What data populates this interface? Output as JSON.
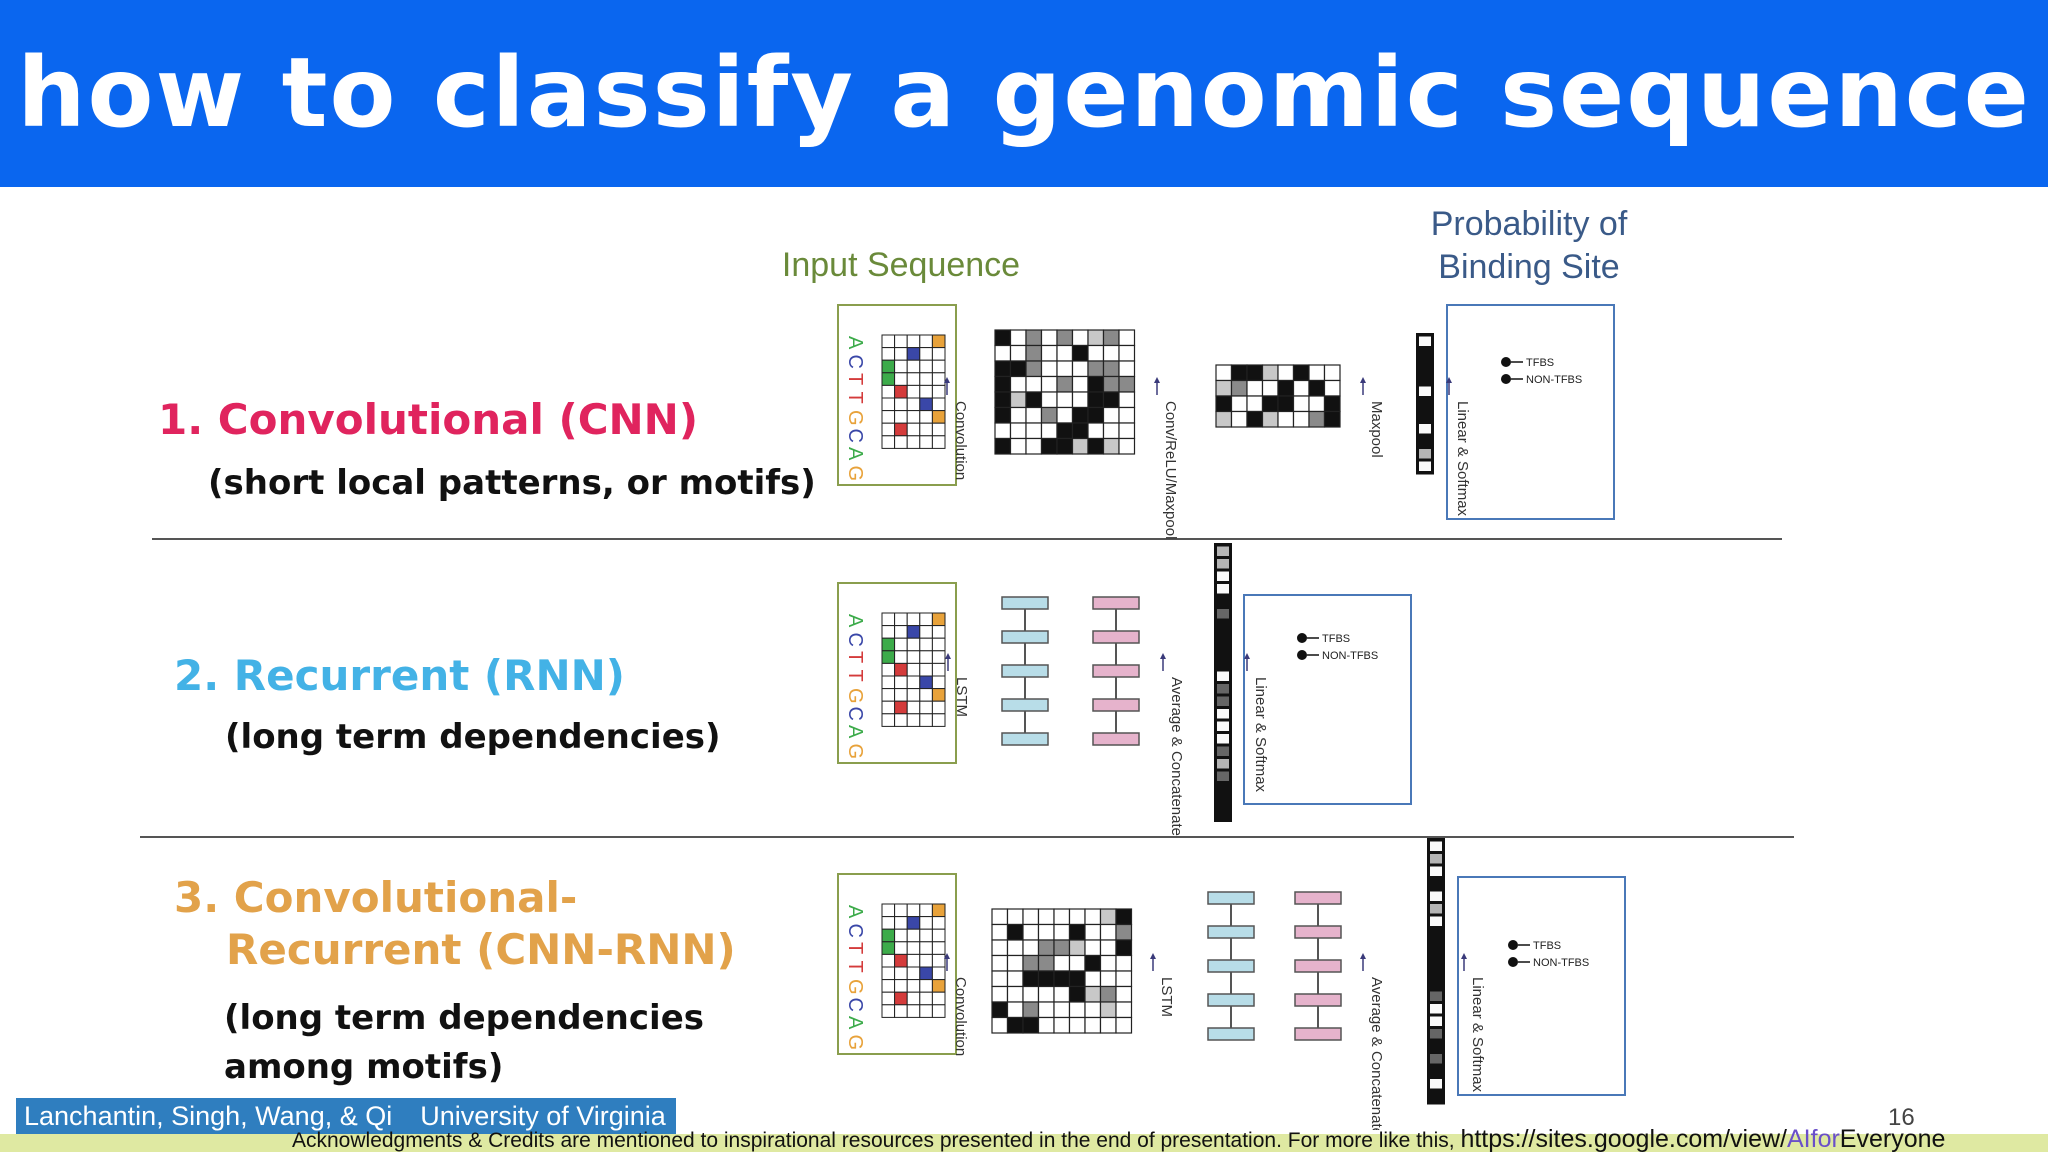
{
  "slide": {
    "title": "how to classify a genomic sequence",
    "page_number": "16"
  },
  "diagram": {
    "input_label": "Input Sequence",
    "output_label_line1": "Probability of",
    "output_label_line2": "Binding Site",
    "sequence_letters": [
      "A",
      "C",
      "T",
      "T",
      "G",
      "C",
      "A",
      "G"
    ],
    "letter_colors": [
      "#3cab4a",
      "#3a47a8",
      "#d43b3b",
      "#d43b3b",
      "#e8a23a",
      "#3a47a8",
      "#3cab4a",
      "#e8a23a"
    ],
    "class_labels": [
      "TFBS",
      "NON-TFBS"
    ],
    "sections": [
      {
        "title": "1. Convolutional (CNN)",
        "subtitle": "(short local patterns, or motifs)",
        "color": "#e0245e",
        "steps": [
          "Convolution",
          "Conv/ReLU/Maxpool",
          "Maxpool",
          "Linear & Softmax"
        ]
      },
      {
        "title": "2. Recurrent (RNN)",
        "subtitle": "(long term dependencies)",
        "color": "#43b2e6",
        "steps": [
          "LSTM",
          "Average & Concatenate",
          "Linear & Softmax"
        ]
      },
      {
        "title_line1": "3. Convolutional-",
        "title_line2": "Recurrent (CNN-RNN)",
        "subtitle_line1": "(long term dependencies",
        "subtitle_line2": "among motifs)",
        "color": "#e2a24a",
        "steps": [
          "Convolution",
          "LSTM",
          "Average & Concatenate",
          "Linear & Softmax"
        ]
      }
    ]
  },
  "credit": {
    "authors": "Lanchantin, Singh, Wang, & Qi",
    "institution": "University of Virginia"
  },
  "footer": {
    "text": "Acknowledgments & Credits are mentioned to inspirational resources presented in the end of presentation.  For more like this, ",
    "link_prefix": "https://sites.google.com/view/",
    "link_accent": "AIfor",
    "link_suffix": "Everyone"
  },
  "colors": {
    "title_bar": "#0a66ef",
    "lstm_blue": "#b8dde8",
    "lstm_pink": "#e6b3cc",
    "input_box_border": "#8a9e4e",
    "output_box_border": "#4a78b8",
    "credit_bar": "#2f7ebf",
    "footer_bar": "#dfe9a2"
  }
}
